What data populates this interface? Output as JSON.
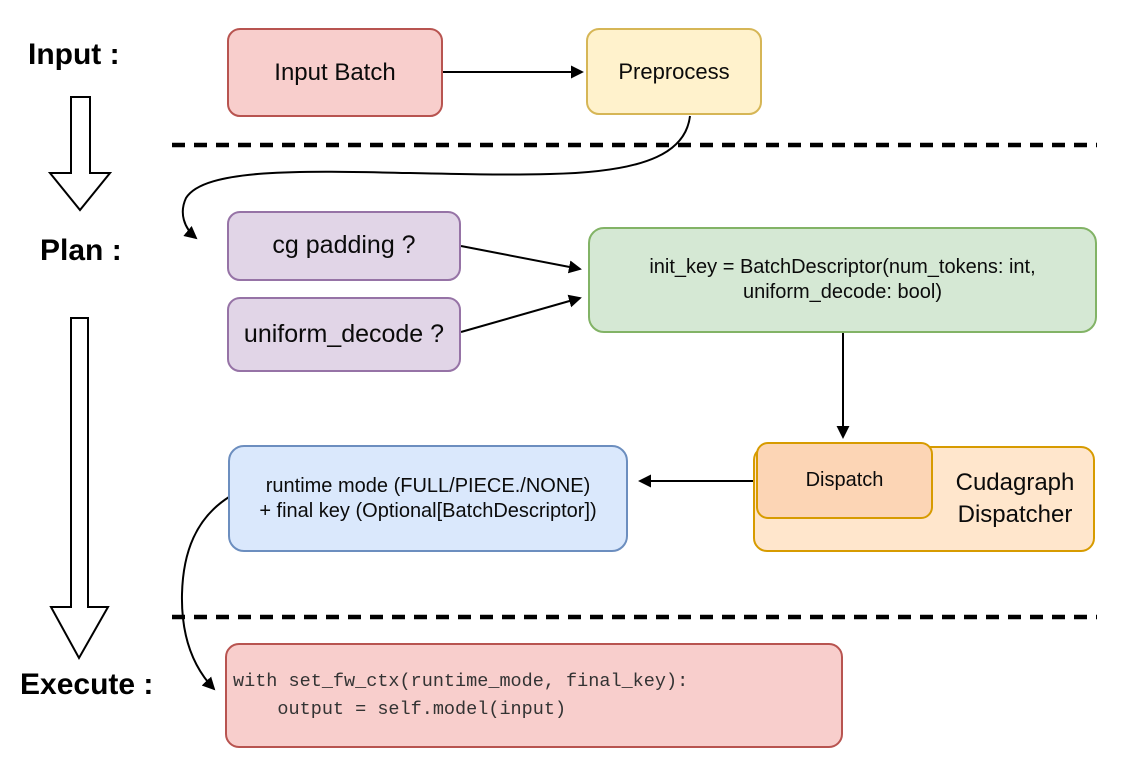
{
  "stages": {
    "input": "Input :",
    "plan": "Plan :",
    "execute": "Execute :"
  },
  "nodes": {
    "input_batch": {
      "label": "Input Batch"
    },
    "preprocess": {
      "label": "Preprocess"
    },
    "cg_padding": {
      "label": "cg padding ?"
    },
    "uniform_decode": {
      "label": "uniform_decode ?"
    },
    "init_key": {
      "line1": "init_key = BatchDescriptor(num_tokens: int,",
      "line2": "uniform_decode: bool)"
    },
    "runtime": {
      "line1": "runtime mode (FULL/PIECE./NONE)",
      "line2": "+ final key (Optional[BatchDescriptor])"
    },
    "dispatch": {
      "label": "Dispatch"
    },
    "dispatcher": {
      "line1": "Cudagraph",
      "line2": "Dispatcher"
    },
    "execute_code": {
      "line1": "with set_fw_ctx(runtime_mode, final_key):",
      "line2": "    output = self.model(input)"
    }
  },
  "colors": {
    "red": {
      "fill": "#f8cecc",
      "stroke": "#b85450"
    },
    "yellow": {
      "fill": "#fff2cc",
      "stroke": "#d6b656"
    },
    "purple": {
      "fill": "#e1d5e7",
      "stroke": "#9673a6"
    },
    "green": {
      "fill": "#d5e8d4",
      "stroke": "#82b366"
    },
    "blue": {
      "fill": "#dae8fc",
      "stroke": "#6c8ebf"
    },
    "orange_outer": {
      "fill": "#ffe6cc",
      "stroke": "#d79b00"
    },
    "orange_inner": {
      "fill": "#fcd5b5",
      "stroke": "#d79b00"
    },
    "line": "#000000",
    "code_text": "#333333"
  }
}
